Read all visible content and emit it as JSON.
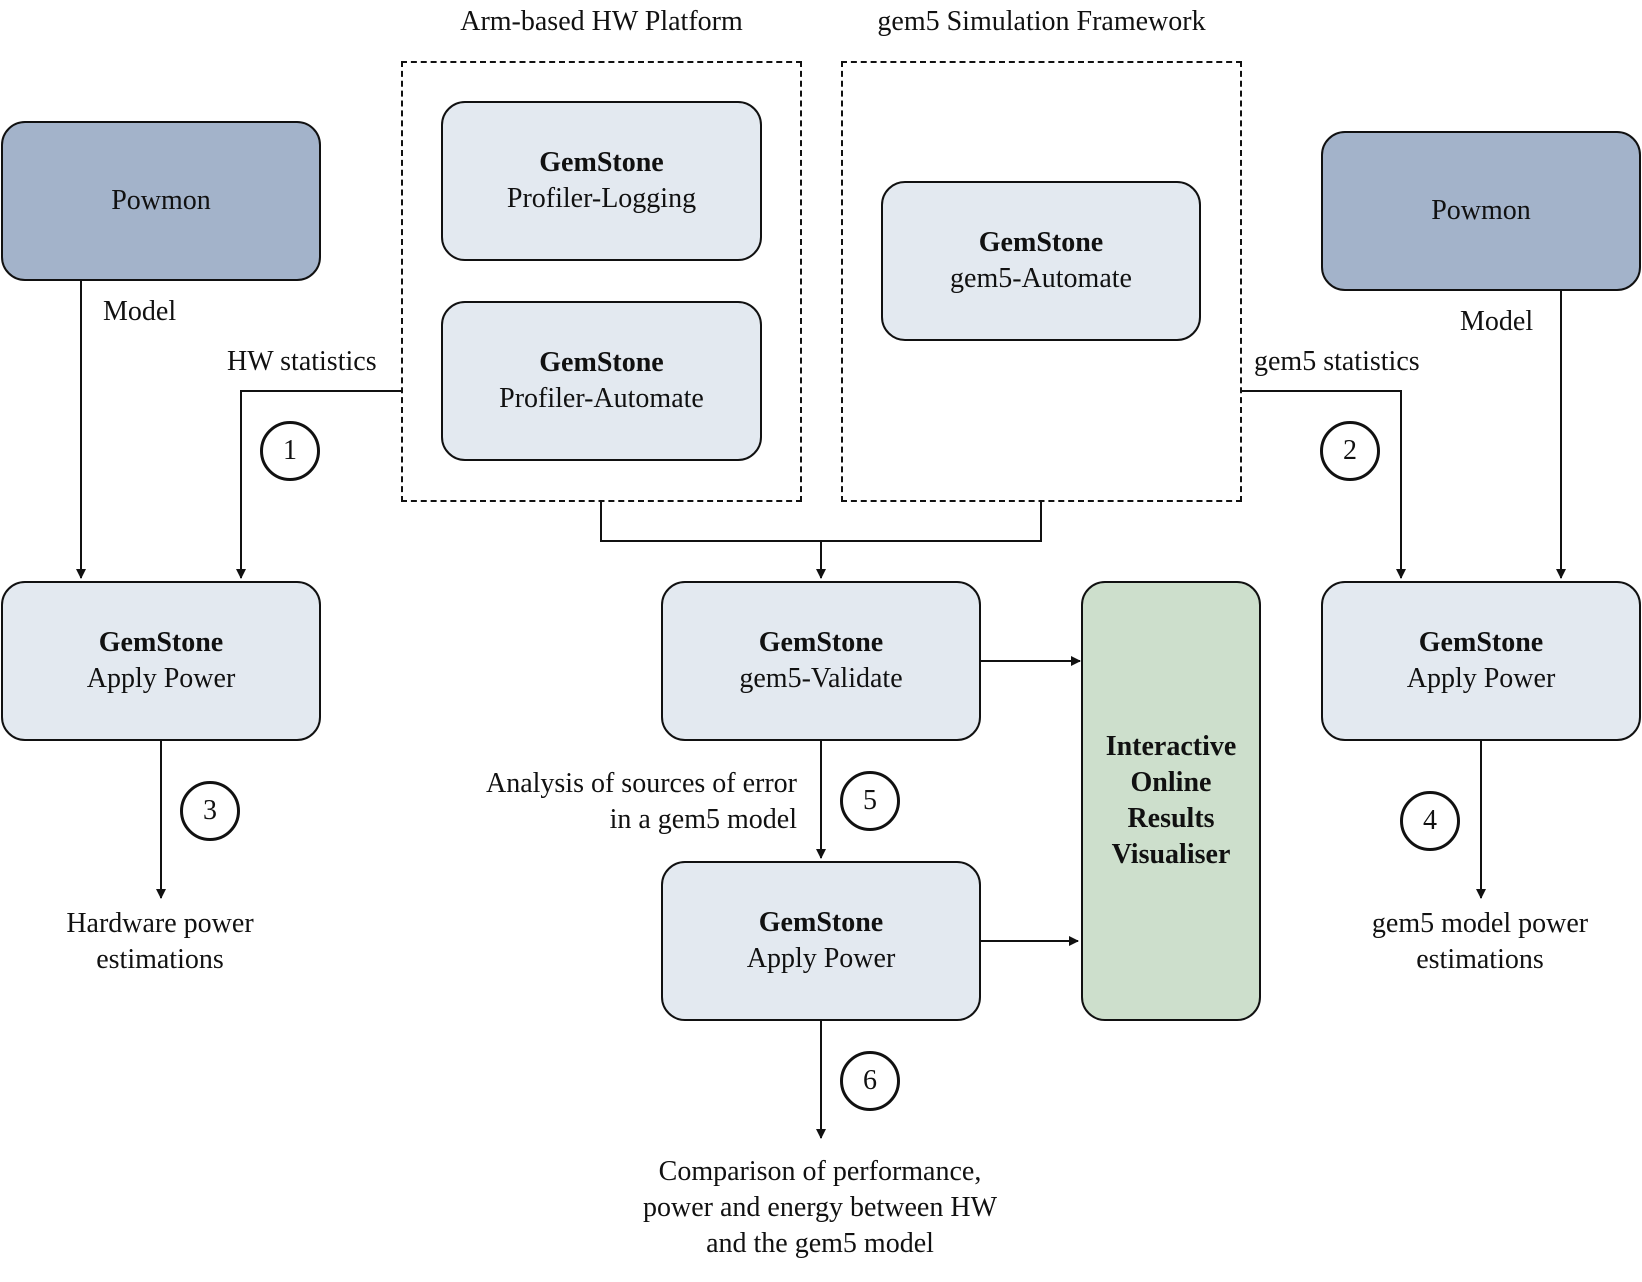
{
  "frames": {
    "hw_title": "Arm-based HW Platform",
    "sim_title": "gem5 Simulation Framework"
  },
  "boxes": {
    "brand": "GemStone",
    "powmon_left": "Powmon",
    "powmon_right": "Powmon",
    "profiler_logging": "Profiler-Logging",
    "profiler_automate": "Profiler-Automate",
    "gem5_automate": "gem5-Automate",
    "apply_power_left": "Apply Power",
    "gem5_validate": "gem5-Validate",
    "apply_power_center": "Apply Power",
    "apply_power_right": "Apply Power",
    "visualiser_line1": "Interactive",
    "visualiser_line2": "Online",
    "visualiser_line3": "Results",
    "visualiser_line4": "Visualiser"
  },
  "labels": {
    "model_left": "Model",
    "model_right": "Model",
    "hw_statistics": "HW statistics",
    "gem5_statistics": "gem5 statistics",
    "analysis_line1": "Analysis of sources of error",
    "analysis_line2": "in a gem5 model",
    "hw_power_line1": "Hardware power",
    "hw_power_line2": "estimations",
    "gem5_power_line1": "gem5 model power",
    "gem5_power_line2": "estimations",
    "comparison_line1": "Comparison of performance,",
    "comparison_line2": "power and energy between HW",
    "comparison_line3": "and the gem5 model"
  },
  "steps": [
    "1",
    "2",
    "3",
    "4",
    "5",
    "6"
  ],
  "colors": {
    "powmon_fill": "#a3b3ca",
    "gemstone_fill": "#e3e9f0",
    "visualiser_fill": "#cddfcc",
    "stroke": "#111111"
  }
}
